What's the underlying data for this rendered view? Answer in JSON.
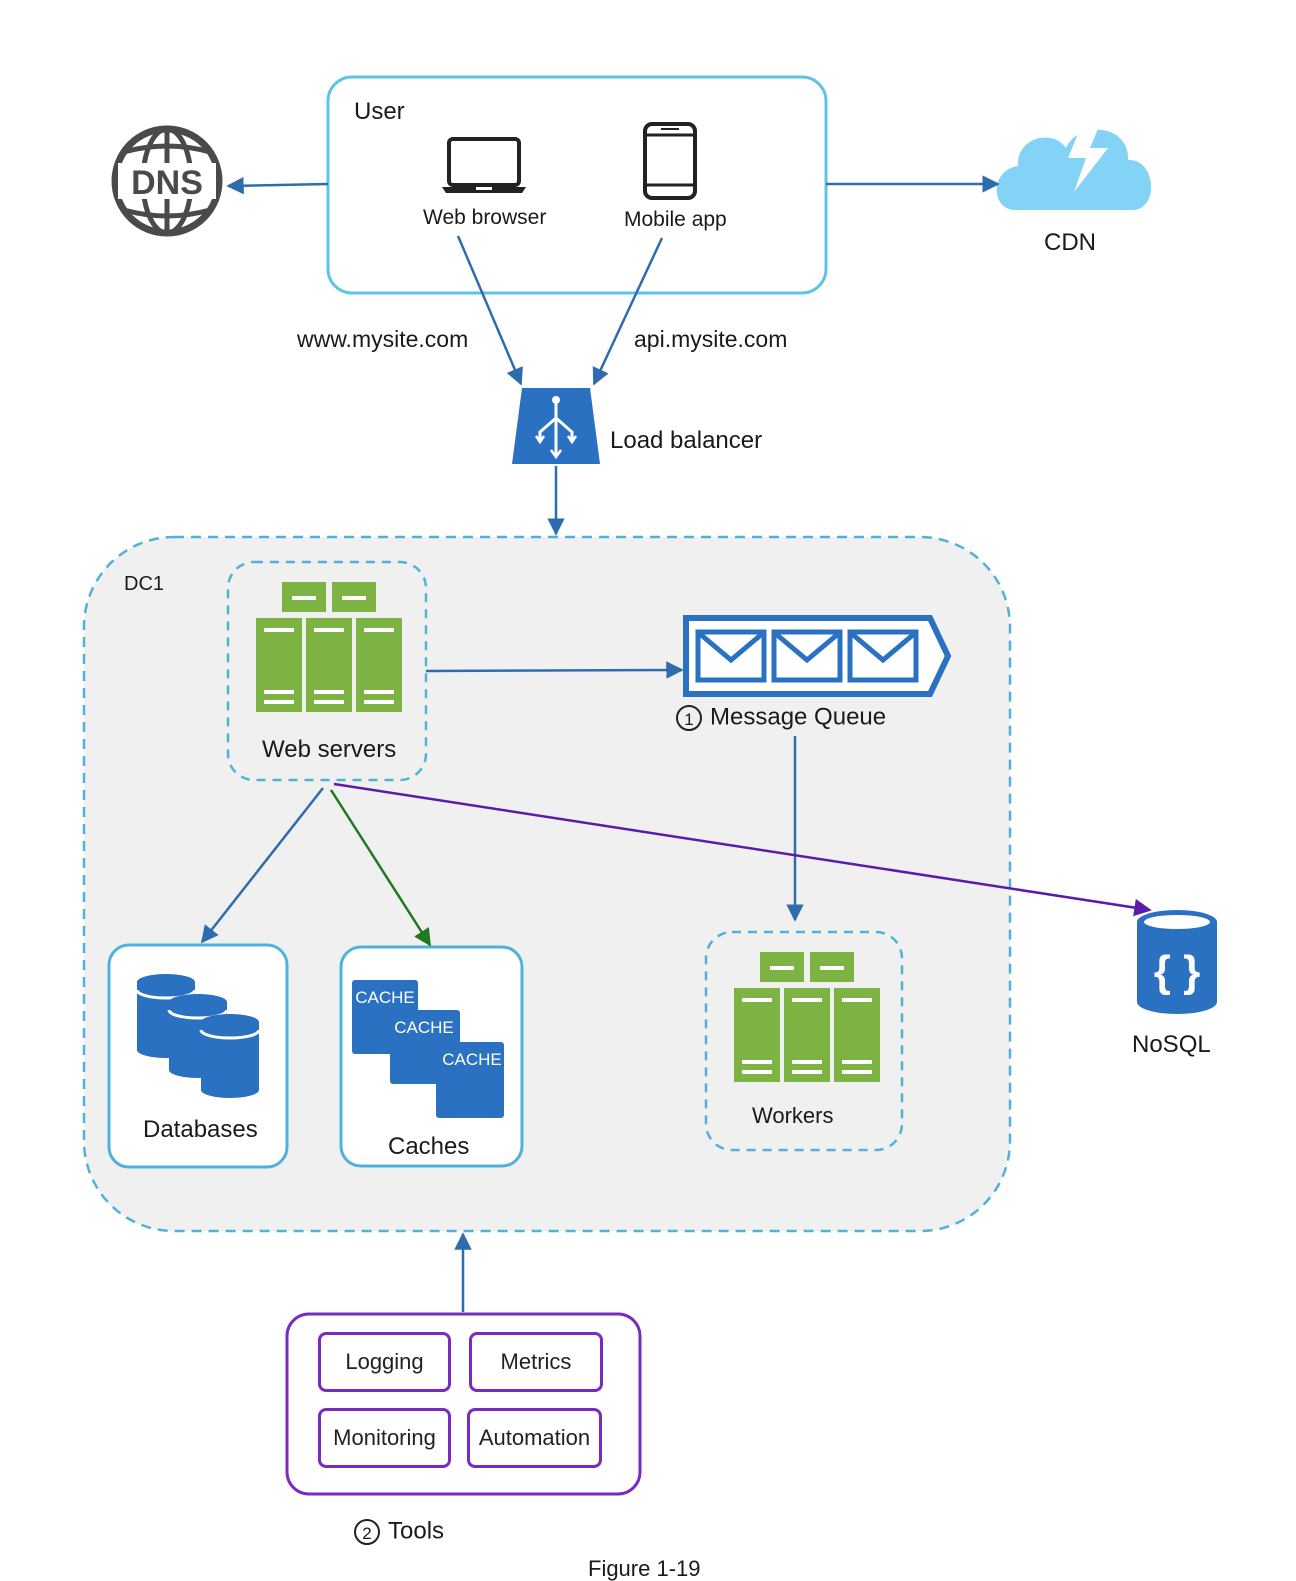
{
  "user": {
    "title": "User",
    "web_browser": "Web browser",
    "mobile_app": "Mobile app"
  },
  "dns": {
    "icon": "dns-globe-icon",
    "text": "DNS"
  },
  "cdn": {
    "icon": "cdn-cloud-icon",
    "label": "CDN"
  },
  "routes": {
    "web": "www.mysite.com",
    "api": "api.mysite.com"
  },
  "load_balancer": {
    "label": "Load balancer"
  },
  "dc1": {
    "label": "DC1",
    "web_servers": "Web servers",
    "message_queue": {
      "number": "1",
      "label": "Message Queue"
    },
    "databases": "Databases",
    "caches": {
      "label": "Caches",
      "tags": [
        "CACHE",
        "CACHE",
        "CACHE"
      ]
    },
    "workers": "Workers"
  },
  "nosql": {
    "label": "NoSQL",
    "symbol": "{ }"
  },
  "tools": {
    "number": "2",
    "label": "Tools",
    "items": [
      "Logging",
      "Metrics",
      "Monitoring",
      "Automation"
    ]
  },
  "figure_caption": "Figure 1-19",
  "colors": {
    "user_border": "#5cc4e4",
    "arrow_blue": "#2e6cae",
    "arrow_green": "#1f7a1f",
    "arrow_purple": "#5e1aa8",
    "server_green": "#7cb342",
    "icon_blue": "#2a72c1",
    "cdn_cloud": "#82d3f5",
    "tools_purple": "#7a2bbf"
  }
}
